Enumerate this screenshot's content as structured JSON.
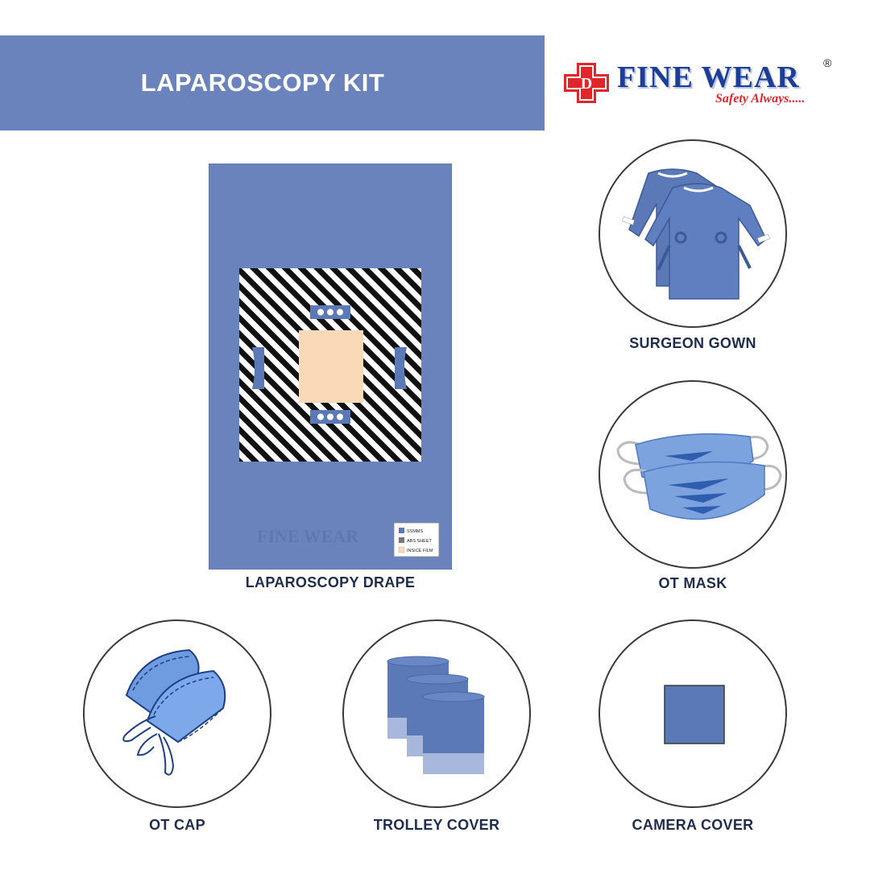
{
  "header": {
    "title": "LAPAROSCOPY KIT"
  },
  "logo": {
    "brand": "FINE WEAR",
    "tagline": "Safety Always.....",
    "registered": "®",
    "mark": "D",
    "watermark": "FINE WEAR"
  },
  "drape": {
    "label": "LAPAROSCOPY DRAPE",
    "legend": [
      {
        "name": "SSMMS",
        "color": "#5b79b7"
      },
      {
        "name": "ABS SHEET",
        "color": "#777777"
      },
      {
        "name": "INSICE FILM",
        "color": "#f9d9b6"
      }
    ]
  },
  "items": [
    {
      "label": "SURGEON GOWN"
    },
    {
      "label": "OT MASK"
    },
    {
      "label": "OT CAP"
    },
    {
      "label": "TROLLEY COVER"
    },
    {
      "label": "CAMERA COVER"
    }
  ],
  "colors": {
    "banner": "#6a83bd",
    "drape": "#6a83bd",
    "accent": "#e0262b",
    "brand": "#1c3e94"
  }
}
